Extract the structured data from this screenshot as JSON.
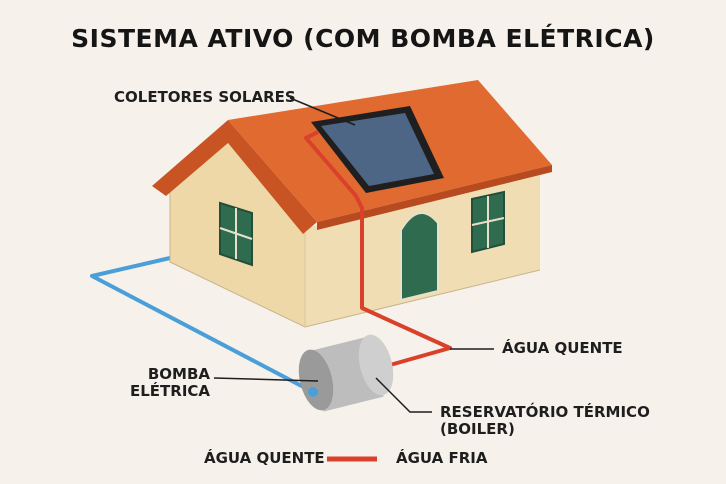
{
  "title": "SISTEMA ATIVO (COM BOMBA ELÉTRICA)",
  "labels": {
    "collectors": "COLETORES SOLARES",
    "hot_water": "ÁGUA QUENTE",
    "pump_line1": "BOMBA",
    "pump_line2": "ELÉTRICA",
    "reservoir_line1": "RESERVATÓRIO TÉRMICO",
    "reservoir_line2": "(BOILER)"
  },
  "legend": {
    "left_label": "ÁGUA QUENTE",
    "right_label": "ÁGUA FRIA",
    "line_color": "#d9412b"
  },
  "colors": {
    "background": "#f6f1ea",
    "roof": "#e06a2f",
    "wall": "#f0ddb3",
    "panel": "#4d6686",
    "window": "#2f6b4f",
    "hot_pipe": "#d9412b",
    "cold_pipe": "#4a9fd8",
    "tank": "#bdbdbd"
  }
}
